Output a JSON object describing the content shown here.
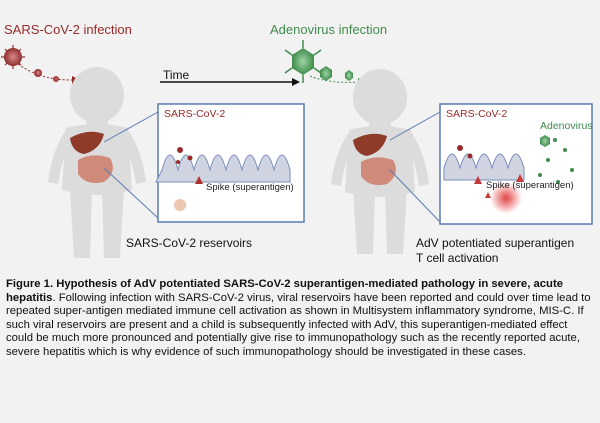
{
  "left_panel": {
    "title": "SARS-CoV-2 infection",
    "inset_label": "SARS-CoV-2",
    "spike_label": "Spike (superantigen)",
    "bottom_label": "SARS-CoV-2 reservoirs"
  },
  "time_label": "Time",
  "right_panel": {
    "title": "Adenovirus infection",
    "inset_label_sars": "SARS-CoV-2",
    "inset_label_adv": "Adenovirus",
    "spike_label": "Spike (superantigen)",
    "bottom_label_line1": "AdV potentiated superantigen",
    "bottom_label_line2": "T cell activation"
  },
  "caption": {
    "bold_text": "Figure 1. Hypothesis of AdV potentiated SARS-CoV-2 superantigen-mediated pathology in severe, acute hepatitis",
    "body_text": ". Following infection with SARS-CoV-2 virus, viral reservoirs have been reported and could over time lead to repeated super-antigen mediated immune cell activation as shown in Multisystem inflammatory syndrome, MIS-C. If such  viral reservoirs are present and a child is subsequently infected with AdV, this superantigen-mediated effect could be much more pronounced and potentially give rise to immunopathology such as the recently reported acute, severe hepatitis which is why evidence of such immunopathology should be investigated in these cases."
  },
  "colors": {
    "sars_red": "#9a2a2a",
    "adv_green": "#3f8c4c",
    "inset_border": "#5a7bb5",
    "child_skin": "#dcdcdc"
  }
}
